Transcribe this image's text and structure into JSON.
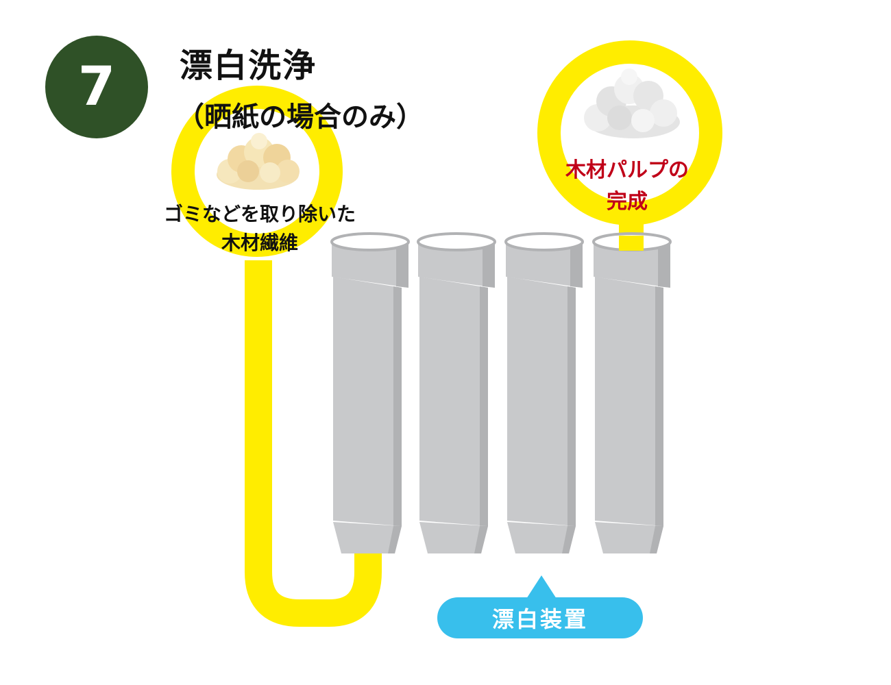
{
  "step": {
    "number": "7"
  },
  "header": {
    "title": "漂白洗浄",
    "subtitle": "（晒紙の場合のみ）"
  },
  "input": {
    "label_line1": "ゴミなどを取り除いた",
    "label_line2": "木材繊維"
  },
  "output": {
    "label_line1": "木材パルプの",
    "label_line2": "完成"
  },
  "equipment": {
    "label": "漂白装置",
    "tower_count": 4
  },
  "colors": {
    "step_badge": "#2f5127",
    "pipe": "#ffed00",
    "tower": "#c8c9cb",
    "tower_shade": "#b1b2b4",
    "output_text": "#c00018",
    "tag": "#38bfec"
  },
  "icons": {
    "input": "unbleached-fiber-pile-icon",
    "output": "white-pulp-pile-icon"
  }
}
